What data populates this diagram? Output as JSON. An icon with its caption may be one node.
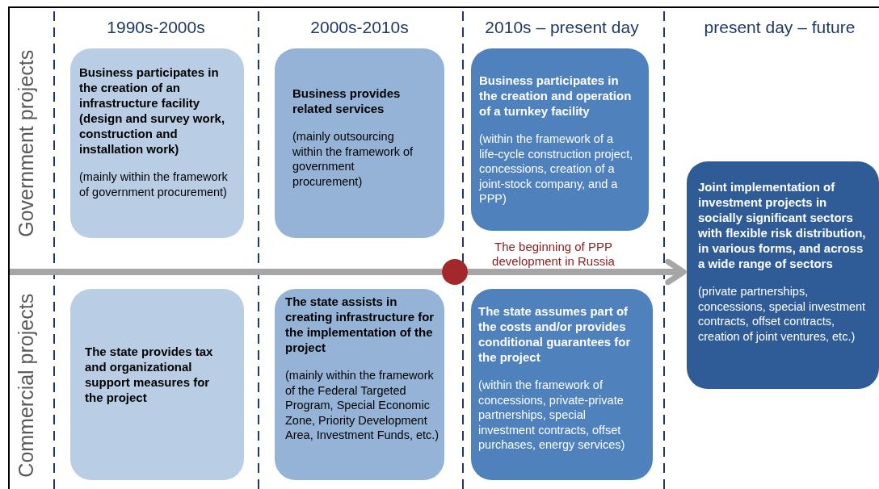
{
  "diagram": {
    "nodes": [
      {
        "text": [
          "Business participates in the creation of an infrastructure facility (design and survey work, construction and installation work)",
          "(mainly within the framework of government procurement)"
        ]
      },
      {
        "text": [
          "Business provides related services",
          "(mainly outsourcing within the framework of government procurement)"
        ]
      },
      {
        "text": [
          "Business participates in the creation and operation of a turnkey facility",
          "(within the framework of a life-cycle construction project, concessions, creation of a joint-stock company, and a PPP)"
        ]
      },
      {
        "text": [
          "The state provides tax and organizational support measures for the project"
        ]
      },
      {
        "text": [
          "The state assists in creating infrastructure for the implementation of the project",
          "(mainly within the framework of the Federal Targeted Program, Special Economic Zone, Priority Development Area, Investment Funds, etc.)"
        ]
      },
      {
        "text": [
          "The state assumes part of the costs and/or provides conditional guarantees for the project",
          "(within the framework of concessions, private-private partnerships, special investment contracts, offset purchases, energy services)"
        ]
      },
      {
        "text": [],
        "shape": "circle"
      },
      {
        "text": [
          "Joint implementation of investment projects in socially significant sectors with flexible risk distribution, in various forms, and across a wide range of sectors",
          "(private partnerships, concessions, special investment contracts, offset contracts, creation of joint ventures, etc.)"
        ]
      }
    ],
    "edges": [
      {
        "from": null,
        "to": 6,
        "arrow": "none"
      },
      {
        "from": 6,
        "to": 7,
        "arrow": "to"
      }
    ],
    "labels": [
      "1990s-2000s",
      "2000s-2010s",
      "2010s – present day",
      "present day – future",
      "Government projects",
      "The beginning of PPP development in Russia",
      "Commercial projects"
    ]
  }
}
